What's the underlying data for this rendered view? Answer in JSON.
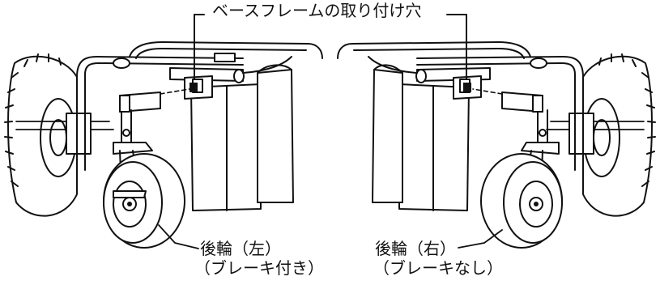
{
  "callouts": {
    "frame_hole": "ベースフレームの取り付け穴",
    "rear_wheel_left": "後輪（左）",
    "rear_wheel_left_note": "（ブレーキ付き）",
    "rear_wheel_right": "後輪（右）",
    "rear_wheel_right_note": "（ブレーキなし）"
  },
  "colors": {
    "line": "#111111",
    "fill": "#ffffff"
  }
}
